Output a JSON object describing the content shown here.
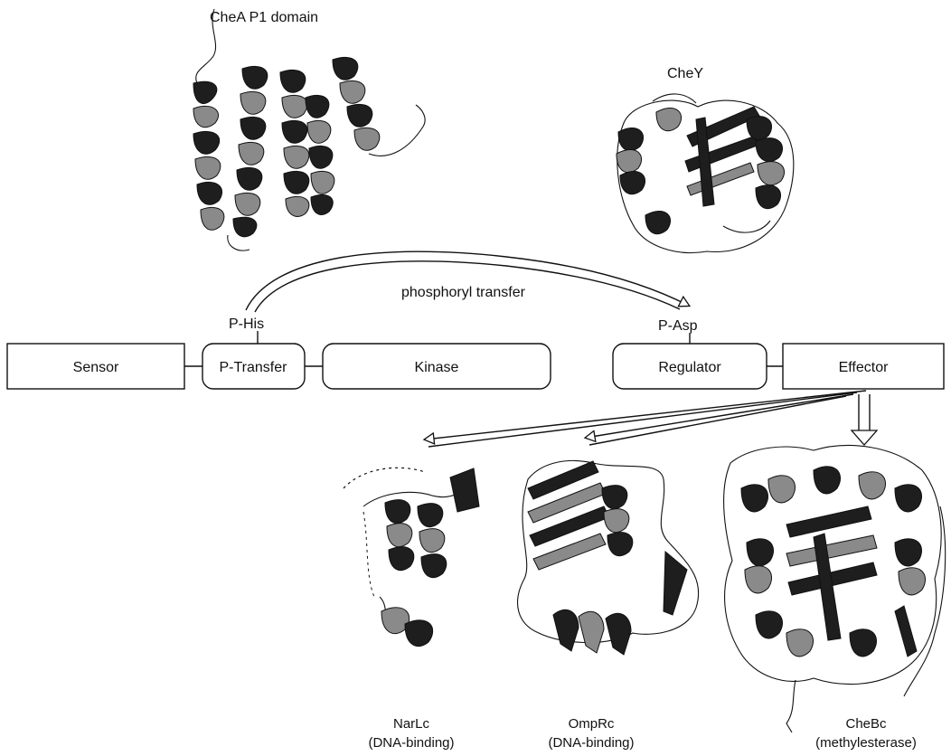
{
  "structures": {
    "chea_p1": {
      "label": "CheA P1 domain"
    },
    "chey": {
      "label": "CheY"
    },
    "narlc": {
      "label": "NarLc",
      "role": "(DNA-binding)"
    },
    "omprc": {
      "label": "OmpRc",
      "role": "(DNA-binding)"
    },
    "chebc": {
      "label": "CheBc",
      "role": "(methylesterase)"
    }
  },
  "domains": {
    "sensor": "Sensor",
    "p_transfer": "P-Transfer",
    "kinase": "Kinase",
    "regulator": "Regulator",
    "effector": "Effector"
  },
  "sites": {
    "p_his": "P-His",
    "p_asp": "P-Asp"
  },
  "transfer_label": "phosphoryl transfer"
}
